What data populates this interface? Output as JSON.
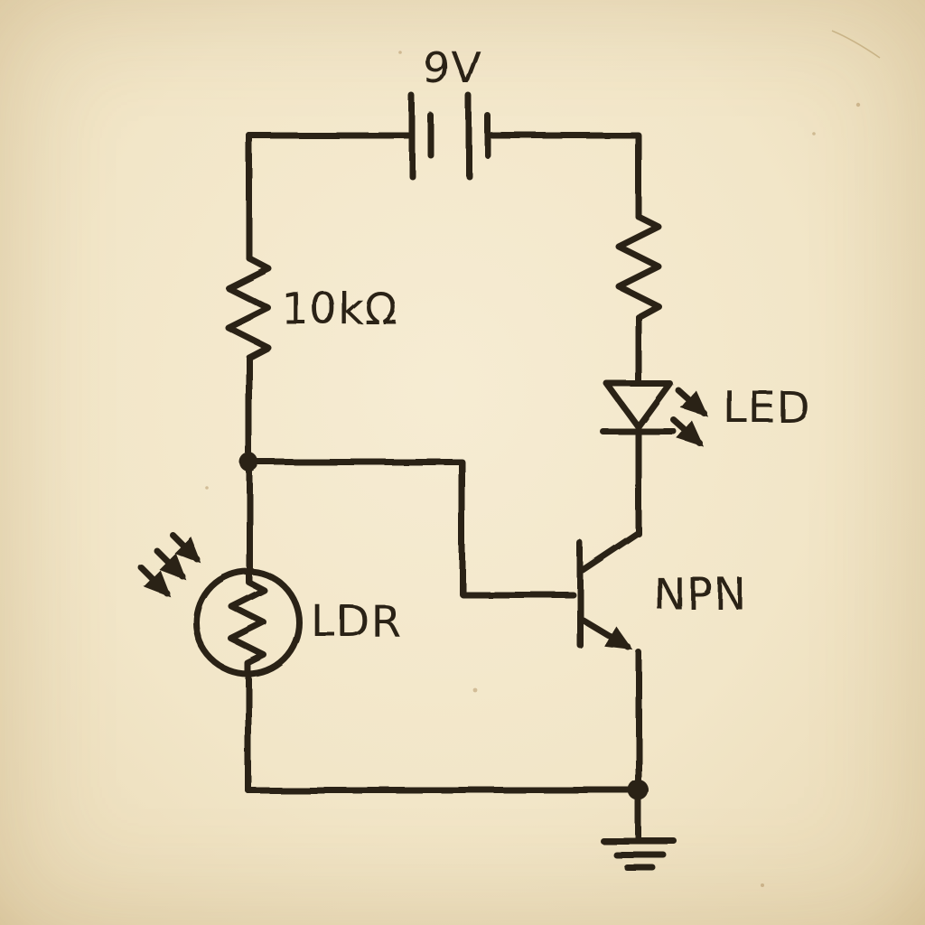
{
  "page": {
    "type": "hand-drawn circuit schematic on aged paper",
    "paper_color": "#f2e6c8",
    "ink_color": "#2b2317"
  },
  "labels": {
    "battery_voltage": "9V",
    "base_resistor_value": "10kΩ",
    "led": "LED",
    "transistor_type": "NPN",
    "photoresistor": "LDR"
  },
  "components": [
    {
      "name": "battery-9v",
      "symbol": "two-cell battery",
      "label": "9V",
      "position": "top center"
    },
    {
      "name": "resistor-10k",
      "symbol": "zigzag resistor",
      "label": "10kΩ",
      "position": "left branch"
    },
    {
      "name": "collector-resistor",
      "symbol": "zigzag resistor",
      "label": "",
      "position": "right branch top"
    },
    {
      "name": "led",
      "symbol": "diode triangle with two emission arrows",
      "label": "LED",
      "position": "right branch"
    },
    {
      "name": "npn-transistor",
      "symbol": "BJT bar with collector/emitter, emitter arrow out",
      "label": "NPN",
      "position": "center right"
    },
    {
      "name": "ldr",
      "symbol": "zigzag resistor inside circle with three incident light arrows",
      "label": "LDR",
      "position": "bottom left"
    },
    {
      "name": "ground",
      "symbol": "three-bar earth ground",
      "label": "",
      "position": "bottom right"
    },
    {
      "name": "junction-dots",
      "symbol": "solder junction dots",
      "label": "",
      "position": "left mid and bottom right"
    }
  ]
}
